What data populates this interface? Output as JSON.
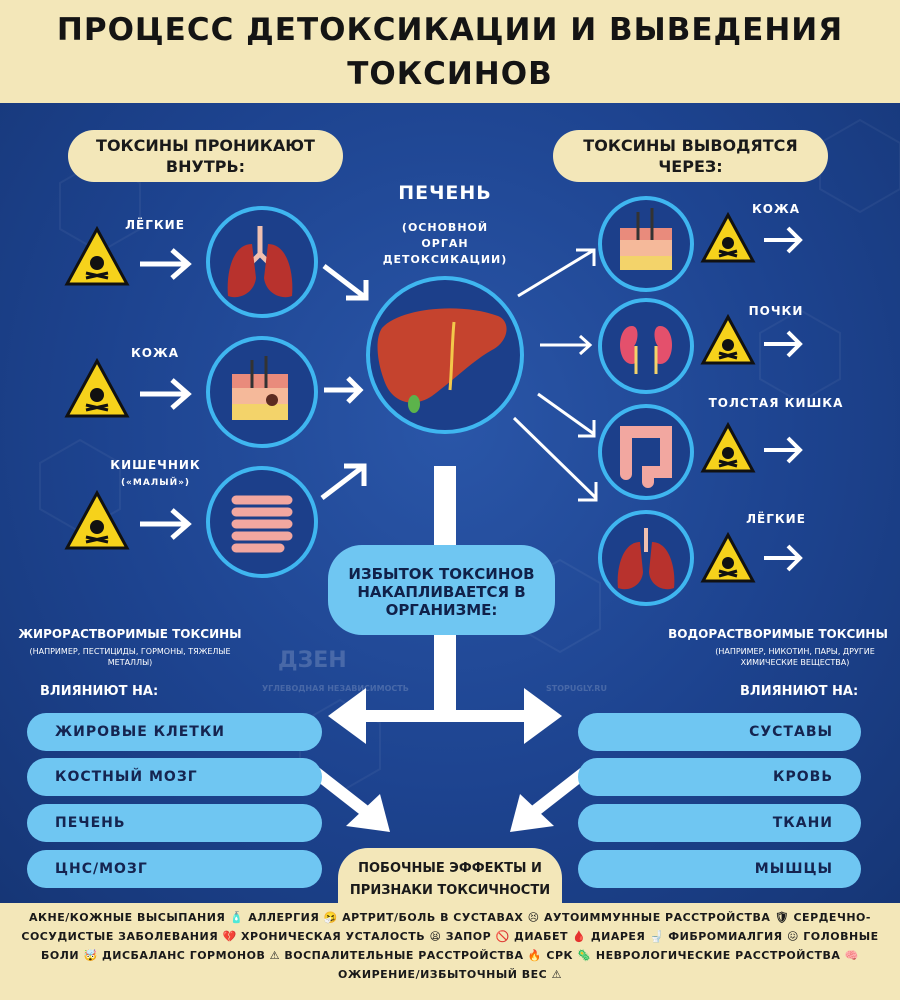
{
  "title": "ПРОЦЕСС ДЕТОКСИКАЦИИ И ВЫВЕДЕНИЯ ТОКСИНОВ",
  "entry_header": "ТОКСИНЫ ПРОНИКАЮТ ВНУТРЬ:",
  "exit_header": "ТОКСИНЫ ВЫВОДЯТСЯ ЧЕРЕЗ:",
  "liver": {
    "label": "ПЕЧЕНЬ",
    "sub": "(ОСНОВНОЙ ОРГАН ДЕТОКСИКАЦИИ)"
  },
  "entry": [
    {
      "label": "ЛЁГКИЕ",
      "icon": "lungs-icon"
    },
    {
      "label": "КОЖА",
      "icon": "skin-icon"
    },
    {
      "label": "КИШЕЧНИК",
      "sub": "(«МАЛЫЙ»)",
      "icon": "intestine-icon"
    }
  ],
  "exit": [
    {
      "label": "КОЖА",
      "icon": "skin-icon"
    },
    {
      "label": "ПОЧКИ",
      "icon": "kidneys-icon"
    },
    {
      "label": "ТОЛСТАЯ КИШКА",
      "icon": "colon-icon"
    },
    {
      "label": "ЛЁГКИЕ",
      "icon": "lungs-icon"
    }
  ],
  "center_text": "ИЗБЫТОК ТОКСИНОВ НАКАПЛИВАЕТСЯ В ОРГАНИЗМЕ:",
  "fat_soluble": {
    "title": "ЖИРОРАСТВОРИМЫЕ ТОКСИНЫ",
    "sub": "(НАПРИМЕР, ПЕСТИЦИДЫ, ГОРМОНЫ, ТЯЖЕЛЫЕ МЕТАЛЛЫ)",
    "affects": "ВЛИЯНИЮТ НА:",
    "items": [
      "ЖИРОВЫЕ КЛЕТКИ",
      "КОСТНЫЙ МОЗГ",
      "ПЕЧЕНЬ",
      "ЦНС/МОЗГ"
    ]
  },
  "water_soluble": {
    "title": "ВОДОРАСТВОРИМЫЕ ТОКСИНЫ",
    "sub": "(НАПРИМЕР, НИКОТИН, ПАРЫ, ДРУГИЕ ХИМИЧЕСКИЕ ВЕЩЕСТВА)",
    "affects": "ВЛИЯНИЮТ НА:",
    "items": [
      "СУСТАВЫ",
      "КРОВЬ",
      "ТКАНИ",
      "МЫШЦЫ"
    ]
  },
  "side_effects_title": "ПОБОЧНЫЕ ЭФФЕКТЫ И ПРИЗНАКИ ТОКСИЧНОСТИ",
  "side_effects": "АКНЕ/КОЖНЫЕ ВЫСЫПАНИЯ 🧴 АЛЛЕРГИЯ 🤧 АРТРИТ/БОЛЬ В СУСТАВАХ 😣 АУТОИММУННЫЕ РАССТРОЙСТВА 🛡 СЕРДЕЧНО-СОСУДИСТЫЕ ЗАБОЛЕВАНИЯ 💔 ХРОНИЧЕСКАЯ УСТАЛОСТЬ 😫 ЗАПОР 🚫 ДИАБЕТ 🩸 ДИАРЕЯ 🚽 ФИБРОМИАЛГИЯ 😖 ГОЛОВНЫЕ БОЛИ 🤯 ДИСБАЛАНС ГОРМОНОВ ⚠ ВОСПАЛИТЕЛЬНЫЕ РАССТРОЙСТВА 🔥 СРК 🦠 НЕВРОЛОГИЧЕСКИЕ РАССТРОЙСТВА 🧠 ОЖИРЕНИЕ/ИЗБЫТОЧНЫЙ ВЕС ⚠",
  "watermarks": {
    "dzen": "ДЗЕН",
    "dzen_sub": "УГЛЕВОДНАЯ НЕЗАВИСИМОСТЬ",
    "site": "STOPUGLY.RU"
  },
  "colors": {
    "bg": "#1d438f",
    "cream": "#f3e7b9",
    "accent": "#3fb6f0",
    "pill": "#6fc6f2",
    "warning": "#f6d21b"
  }
}
